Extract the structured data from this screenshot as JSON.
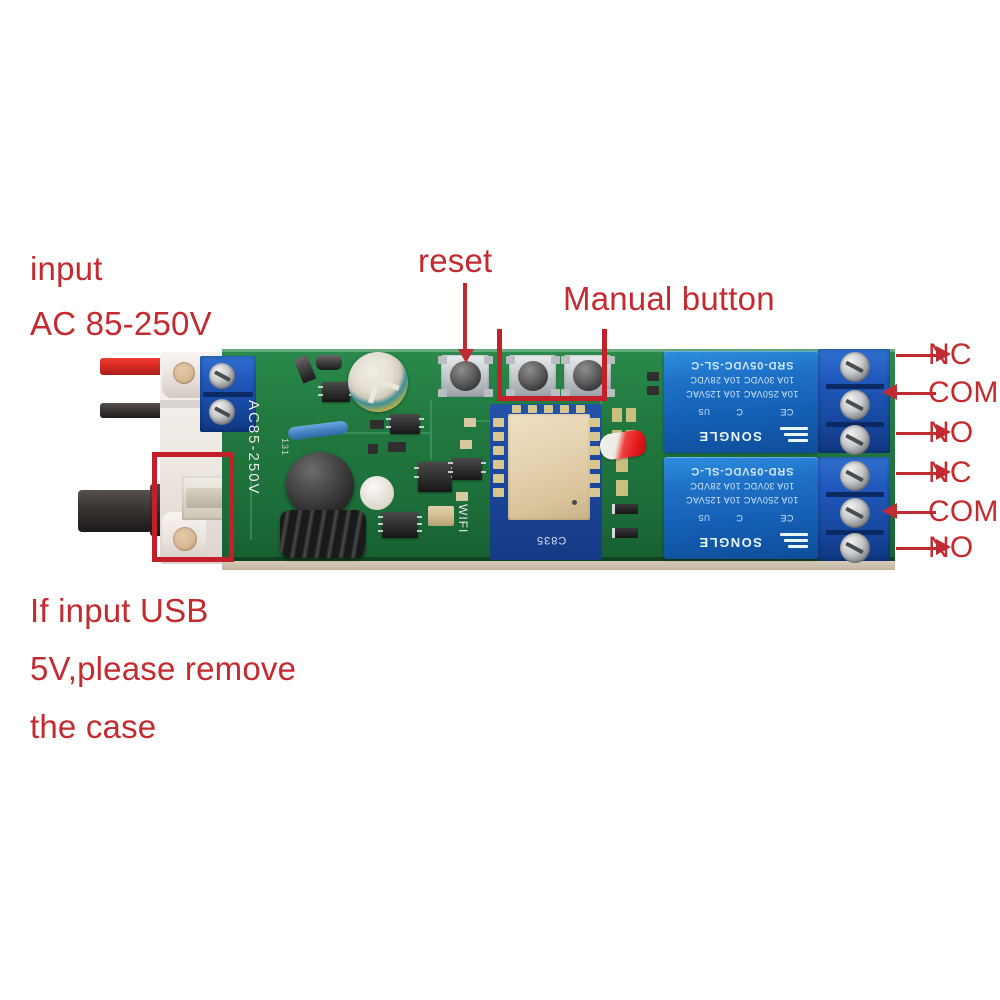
{
  "image": {
    "subject": "WiFi 2-channel relay module board photo with red annotations",
    "background_color": "#ffffff",
    "annotation_color": "#c32b30"
  },
  "annotations": {
    "input_label": "input",
    "input_voltage": "AC 85-250V",
    "reset_label": "reset",
    "manual_button_label": "Manual button",
    "usb_note_line1": "If input USB",
    "usb_note_line2": "5V,please remove",
    "usb_note_line3": "the case",
    "terminals": [
      {
        "label": "NC",
        "arrow": "right"
      },
      {
        "label": "COM",
        "arrow": "left"
      },
      {
        "label": "NO",
        "arrow": "right"
      },
      {
        "label": "NC",
        "arrow": "right"
      },
      {
        "label": "COM",
        "arrow": "left"
      },
      {
        "label": "NO",
        "arrow": "right"
      }
    ]
  },
  "board": {
    "silkscreen": {
      "ac_input": "AC85-250V",
      "wifi": "WIFI",
      "module_code": "C835",
      "small_code": "131"
    },
    "relays": [
      {
        "part_number": "SRD-05VDC-SL-C",
        "rating_ac": "10A 250VAC    10A 125VAC",
        "rating_dc": "10A 30VDC     10A 28VDC",
        "brand": "SONGLE",
        "cert_ul": "US",
        "cert_c": "C",
        "cert_ce": "CE"
      },
      {
        "part_number": "SRD-05VDC-SL-C",
        "rating_ac": "10A 250VAC    10A 125VAC",
        "rating_dc": "10A 30VDC     10A 28VDC",
        "brand": "SONGLE",
        "cert_ul": "US",
        "cert_c": "C",
        "cert_ce": "CE"
      }
    ],
    "wires": [
      {
        "name": "live-wire",
        "color": "#d92a24"
      },
      {
        "name": "neutral-wire",
        "color": "#2d2927"
      },
      {
        "name": "usb-cable",
        "color": "#262322"
      }
    ],
    "colors": {
      "pcb_green": "#21793f",
      "relay_blue": "#1560b6",
      "terminal_blue": "#17489f",
      "case_white": "#efe9e3",
      "led_red": "#e01818",
      "wifi_module_blue": "#1c469a",
      "wifi_shield_tan": "#e6d3b0"
    }
  }
}
